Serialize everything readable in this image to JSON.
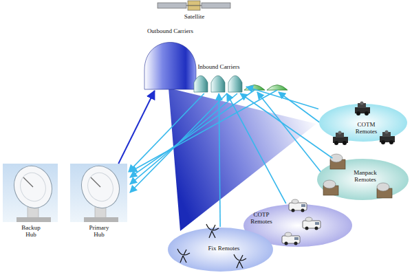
{
  "diagram": {
    "nodes": [
      {
        "text": [
          "Satellite"
        ]
      },
      {
        "text": [
          "Outbound Carriers"
        ]
      },
      {
        "text": [
          "Inbound Carriers"
        ]
      },
      {
        "text": [
          "COTM Remotes"
        ]
      },
      {
        "text": [
          "Manpack Remotes"
        ]
      },
      {
        "text": [
          "COTP Remotes"
        ]
      },
      {
        "text": [
          "Fix Remotes"
        ]
      },
      {
        "text": [
          "Backup Hub"
        ]
      },
      {
        "text": [
          "Primary Hub"
        ]
      }
    ],
    "edges": [
      {
        "from": 8,
        "to": 1,
        "arrow": "to"
      },
      {
        "from": 2,
        "to": 8,
        "arrow": "to"
      },
      {
        "from": 3,
        "to": 2,
        "arrow": "to"
      },
      {
        "from": 4,
        "to": 2,
        "arrow": "to"
      },
      {
        "from": 5,
        "to": 2,
        "arrow": "to"
      },
      {
        "from": 6,
        "to": 2,
        "arrow": "to"
      }
    ]
  }
}
